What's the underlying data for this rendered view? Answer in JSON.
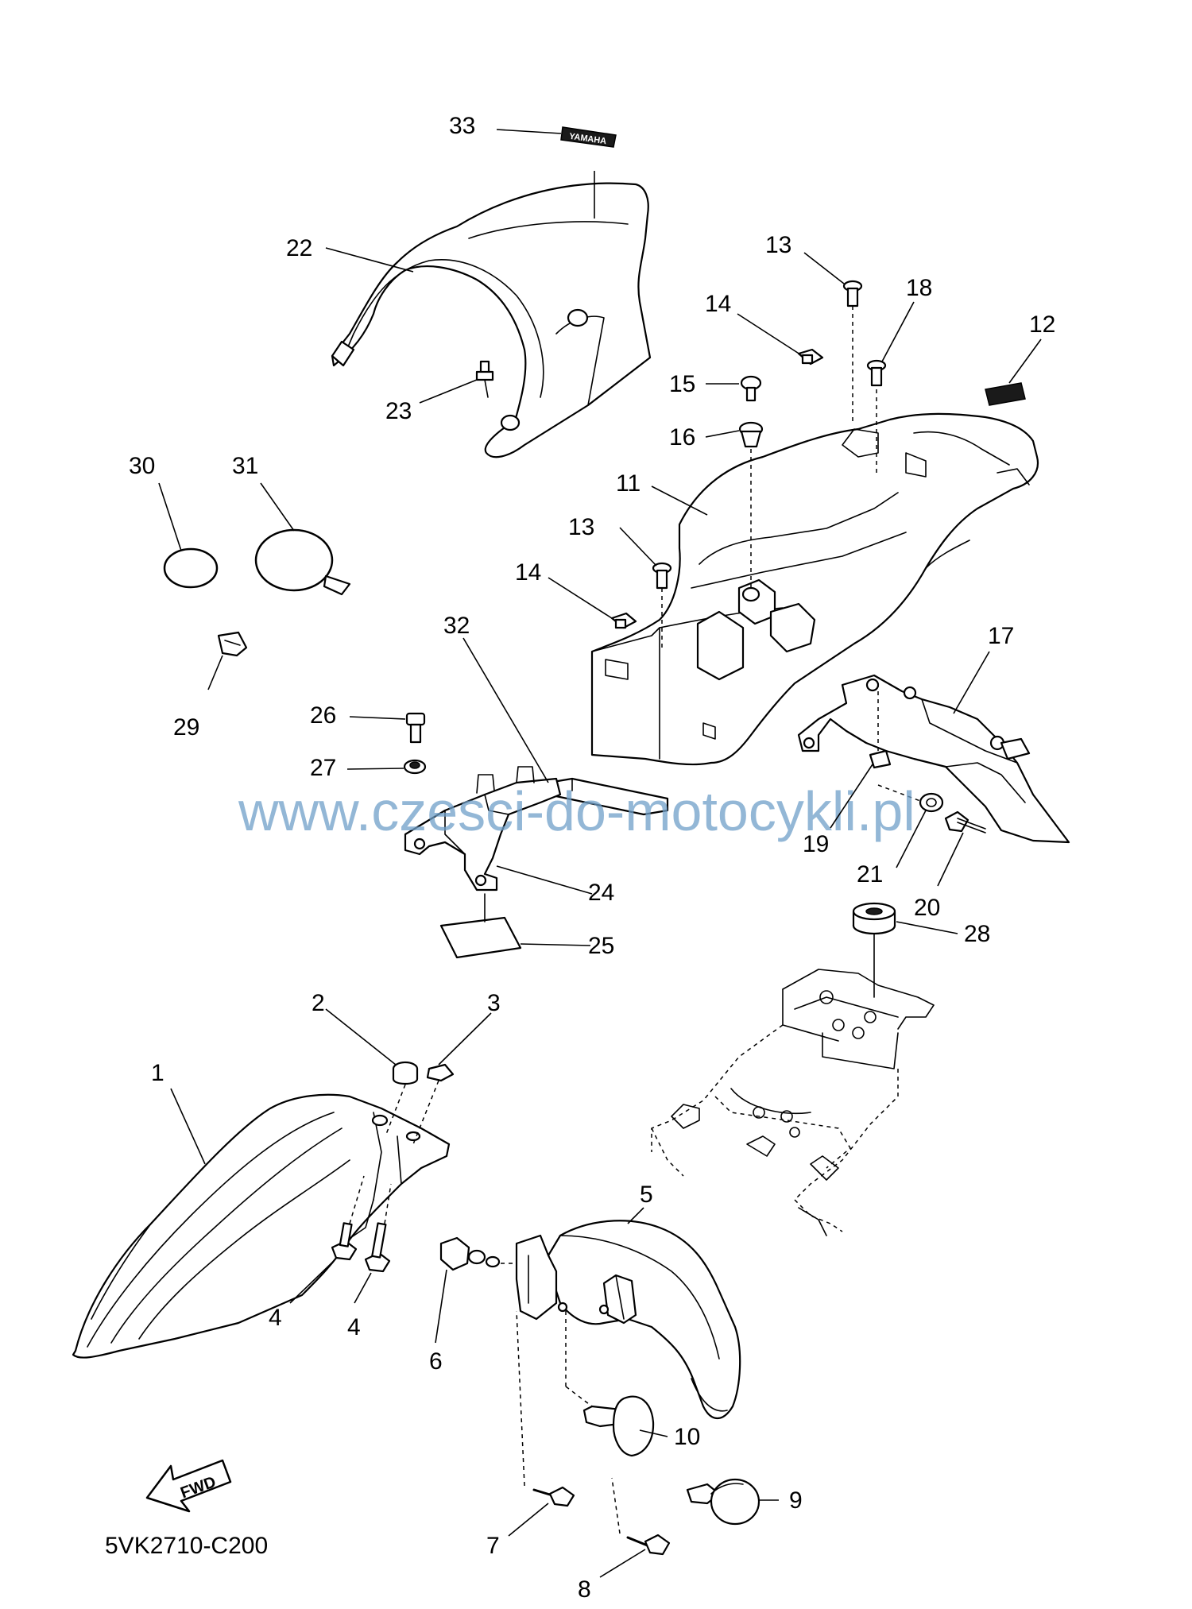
{
  "diagram": {
    "code": "5VK2710-C200",
    "watermark": "www.czesci-do-motocykli.pl",
    "fwd_label": "FWD",
    "seat_logo": "YAMAHA"
  },
  "callouts": [
    {
      "id": "c33",
      "label": "33"
    },
    {
      "id": "c22",
      "label": "22"
    },
    {
      "id": "c23",
      "label": "23"
    },
    {
      "id": "c30",
      "label": "30"
    },
    {
      "id": "c31",
      "label": "31"
    },
    {
      "id": "c29",
      "label": "29"
    },
    {
      "id": "c13a",
      "label": "13"
    },
    {
      "id": "c18",
      "label": "18"
    },
    {
      "id": "c14a",
      "label": "14"
    },
    {
      "id": "c12",
      "label": "12"
    },
    {
      "id": "c15",
      "label": "15"
    },
    {
      "id": "c16",
      "label": "16"
    },
    {
      "id": "c11",
      "label": "11"
    },
    {
      "id": "c13b",
      "label": "13"
    },
    {
      "id": "c14b",
      "label": "14"
    },
    {
      "id": "c32",
      "label": "32"
    },
    {
      "id": "c17",
      "label": "17"
    },
    {
      "id": "c26",
      "label": "26"
    },
    {
      "id": "c27",
      "label": "27"
    },
    {
      "id": "c19",
      "label": "19"
    },
    {
      "id": "c24",
      "label": "24"
    },
    {
      "id": "c21",
      "label": "21"
    },
    {
      "id": "c20",
      "label": "20"
    },
    {
      "id": "c25",
      "label": "25"
    },
    {
      "id": "c28",
      "label": "28"
    },
    {
      "id": "c2",
      "label": "2"
    },
    {
      "id": "c3",
      "label": "3"
    },
    {
      "id": "c1",
      "label": "1"
    },
    {
      "id": "c5",
      "label": "5"
    },
    {
      "id": "c4a",
      "label": "4"
    },
    {
      "id": "c4b",
      "label": "4"
    },
    {
      "id": "c6",
      "label": "6"
    },
    {
      "id": "c10",
      "label": "10"
    },
    {
      "id": "c7",
      "label": "7"
    },
    {
      "id": "c9",
      "label": "9"
    },
    {
      "id": "c8",
      "label": "8"
    }
  ]
}
